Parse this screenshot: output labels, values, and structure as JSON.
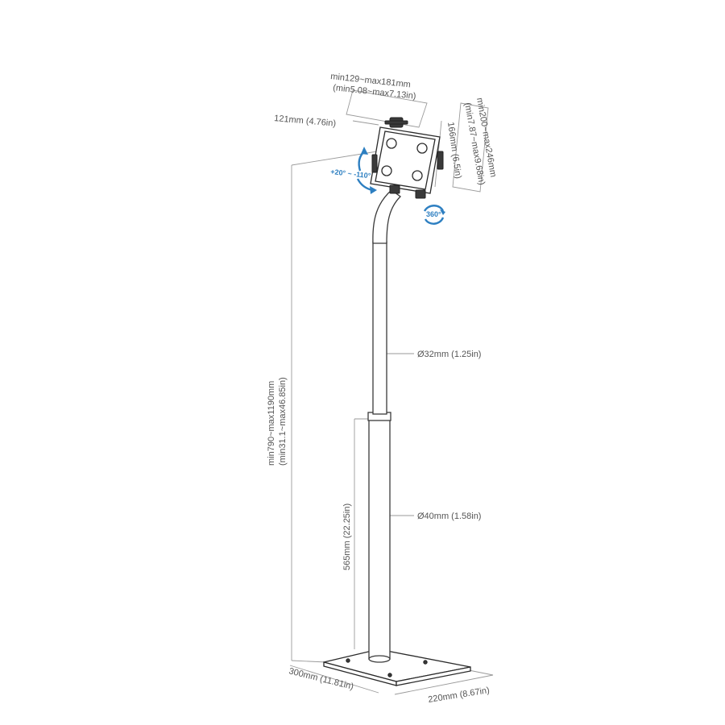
{
  "colors": {
    "accent": "#2d7fc1",
    "dimension_text": "#555555",
    "dimension_line": "#9a9a9a",
    "outline": "#2a2a2a"
  },
  "dimensions": {
    "clamp_width_range": "min129~max181mm",
    "clamp_width_range_in": "(min5.08~max7.13in)",
    "clamp_height_range": "min200~max246mm",
    "clamp_height_range_in": "(min7.87~max9.68in)",
    "holder_height": "166mm (6.5in)",
    "holder_width": "121mm (4.76in)",
    "total_height": "min790~max1190mm",
    "total_height_in": "(min31.1~max46.85in)",
    "upper_tube_diameter": "Ø32mm (1.25in)",
    "lower_tube_diameter": "Ø40mm (1.58in)",
    "lower_tube_height": "565mm (22.25in)",
    "base_depth": "300mm (11.81in)",
    "base_width": "220mm (8.67in)"
  },
  "adjustments": {
    "tilt": "+20° ~ -110°",
    "rotation": "360°"
  }
}
